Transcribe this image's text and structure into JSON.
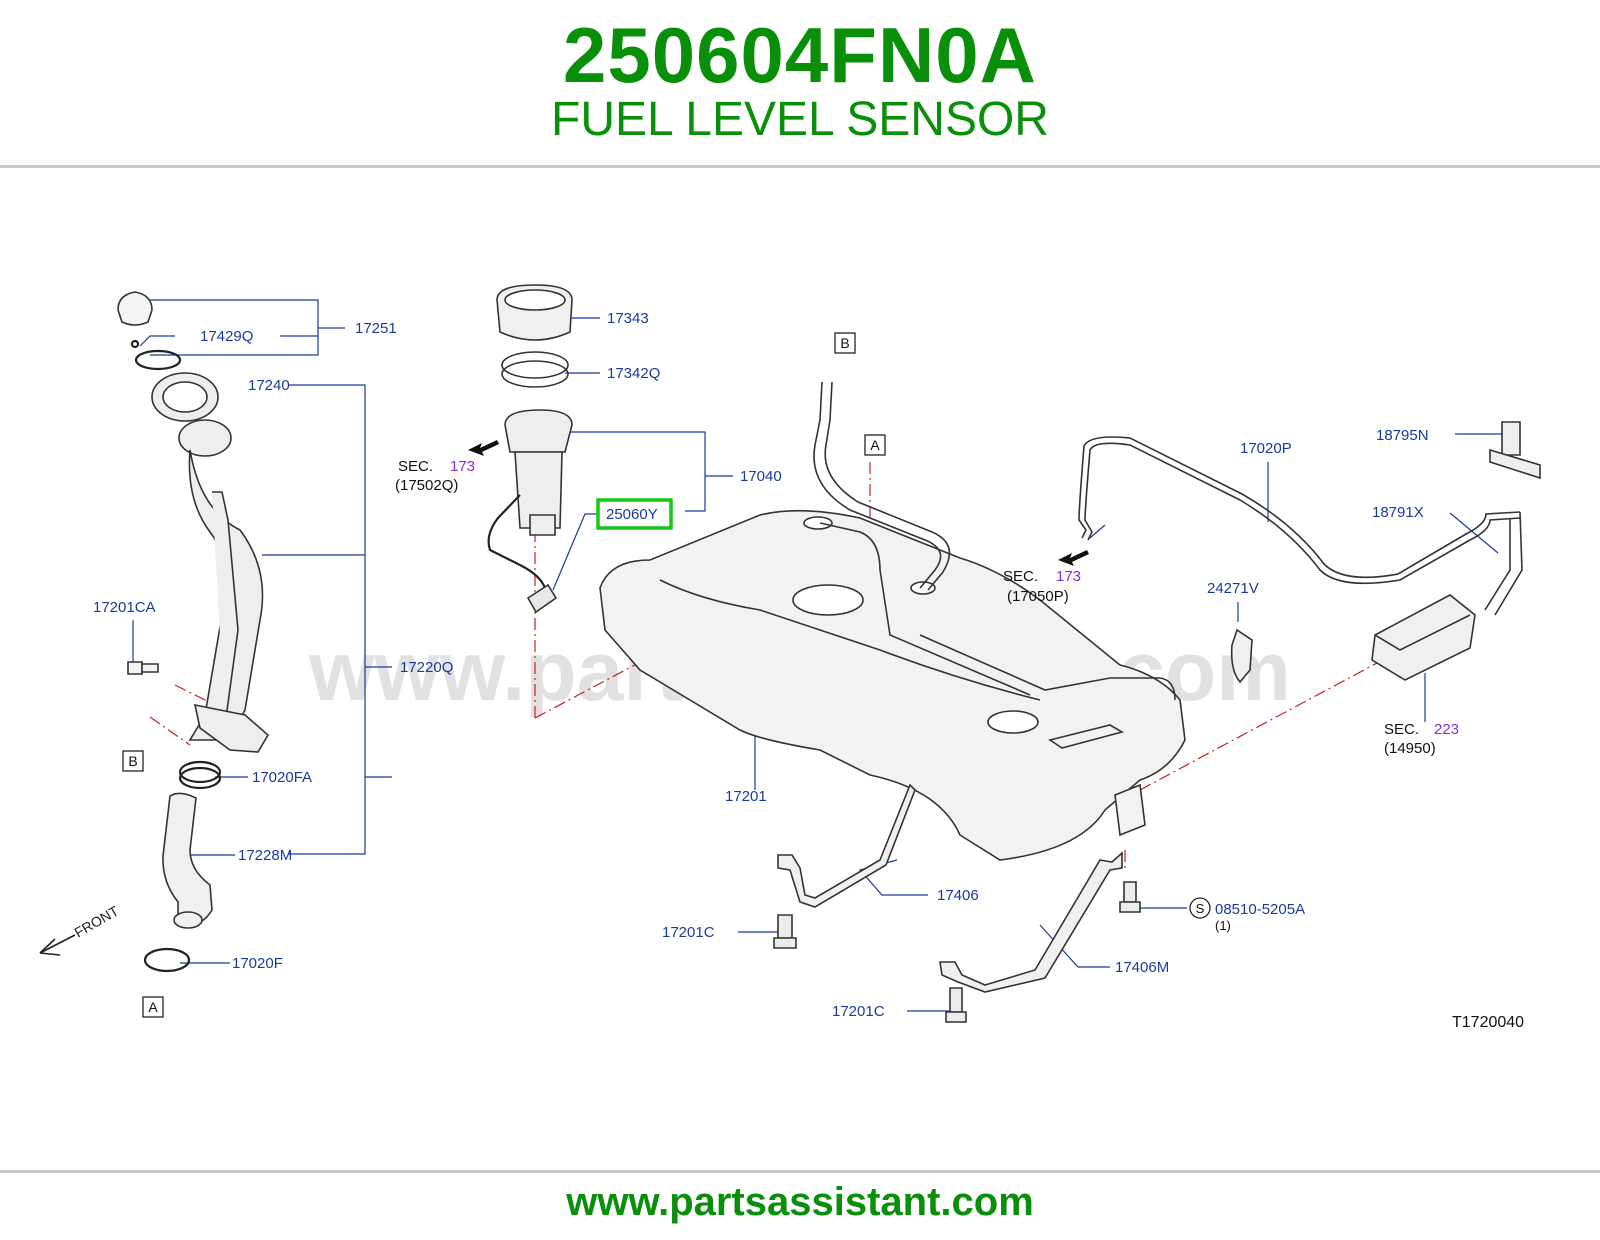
{
  "header": {
    "part_number": "250604FN0A",
    "part_name": "FUEL LEVEL SENSOR"
  },
  "diagram": {
    "watermark": "www.partsassistant.com",
    "diagram_code": "T1720040",
    "highlighted_callout": "25060Y",
    "callouts": {
      "c17251": "17251",
      "c17429Q": "17429Q",
      "c17240": "17240",
      "c17201CA": "17201CA",
      "c17220Q": "17220Q",
      "c17020FA": "17020FA",
      "c17228M": "17228M",
      "c17020F": "17020F",
      "c17343": "17343",
      "c17342Q": "17342Q",
      "c17040": "17040",
      "c25060Y": "25060Y",
      "c17201": "17201",
      "c17406": "17406",
      "c17201C_a": "17201C",
      "c17201C_b": "17201C",
      "c17406M": "17406M",
      "c17020P": "17020P",
      "c18795N": "18795N",
      "c18791X": "18791X",
      "c24271V": "24271V",
      "c08510": "08510-5205A",
      "c08510_qty": "(1)",
      "s_symbol": "S"
    },
    "sections": {
      "sec1_label": "SEC.",
      "sec1_num": "173",
      "sec1_ref": "(17502Q)",
      "sec2_label": "SEC.",
      "sec2_num": "173",
      "sec2_ref": "(17050P)",
      "sec3_label": "SEC.",
      "sec3_num": "223",
      "sec3_ref": "(14950)"
    },
    "markers": {
      "a_top": "A",
      "a_bottom": "A",
      "b_top": "B",
      "b_left": "B"
    },
    "front_label": "FRONT",
    "colors": {
      "callout_blue": "#1a3aa0",
      "section_purple": "#8a2be2",
      "highlight_green": "#14c814",
      "brand_green": "#0a8f0a"
    }
  },
  "footer": {
    "url": "www.partsassistant.com"
  }
}
